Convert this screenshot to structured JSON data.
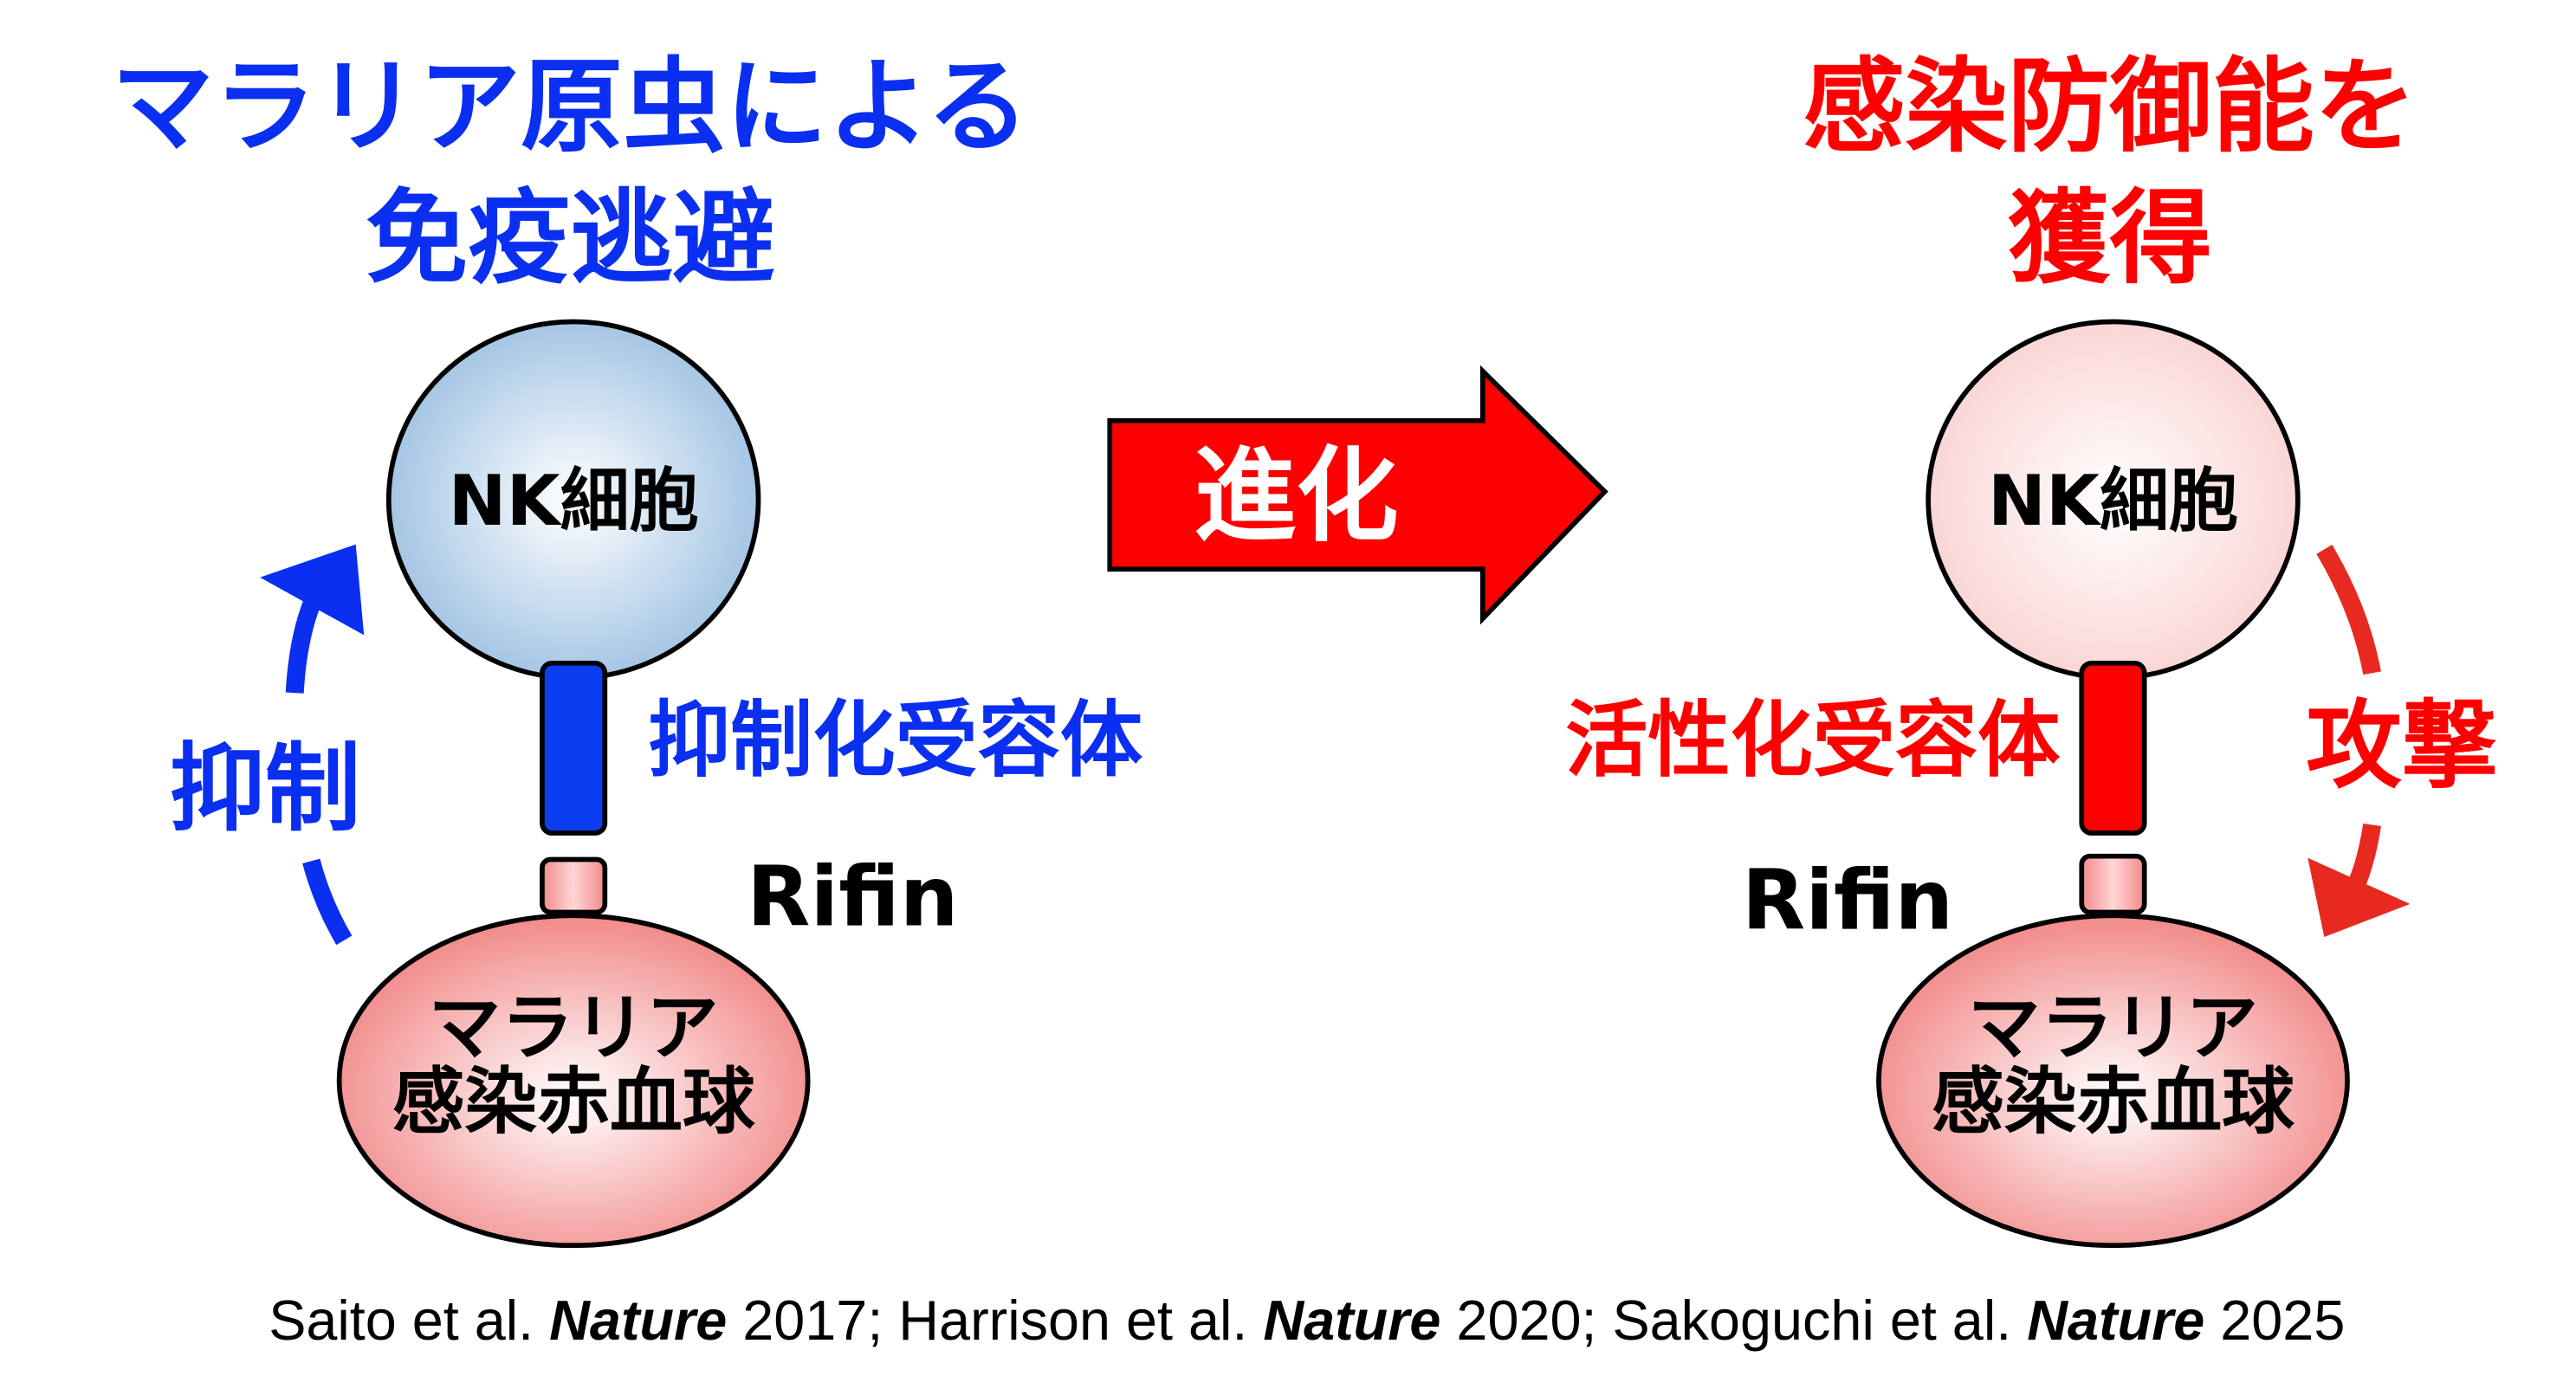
{
  "left": {
    "title_line1": "マラリア原虫による",
    "title_line2": "免疫逃避",
    "nk_label": "NK細胞",
    "receptor_label": "抑制化受容体",
    "rifin_label": "Rifin",
    "rbc_line1": "マラリア",
    "rbc_line2": "感染赤血球",
    "arrow_label": "抑制",
    "color": "#0a2ff0"
  },
  "center": {
    "arrow_label": "進化",
    "color": "#ff0000"
  },
  "right": {
    "title_line1": "感染防御能を",
    "title_line2": "獲得",
    "nk_label": "NK細胞",
    "receptor_label": "活性化受容体",
    "rifin_label": "Rifin",
    "rbc_line1": "マラリア",
    "rbc_line2": "感染赤血球",
    "arrow_label": "攻撃",
    "color": "#ff0000"
  },
  "citation": {
    "part1": "Saito et al. ",
    "journal1": "Nature",
    "part2": " 2017; Harrison et al. ",
    "journal2": "Nature",
    "part3": " 2020; Sakoguchi et al. ",
    "journal3": "Nature",
    "part4": " 2025"
  }
}
